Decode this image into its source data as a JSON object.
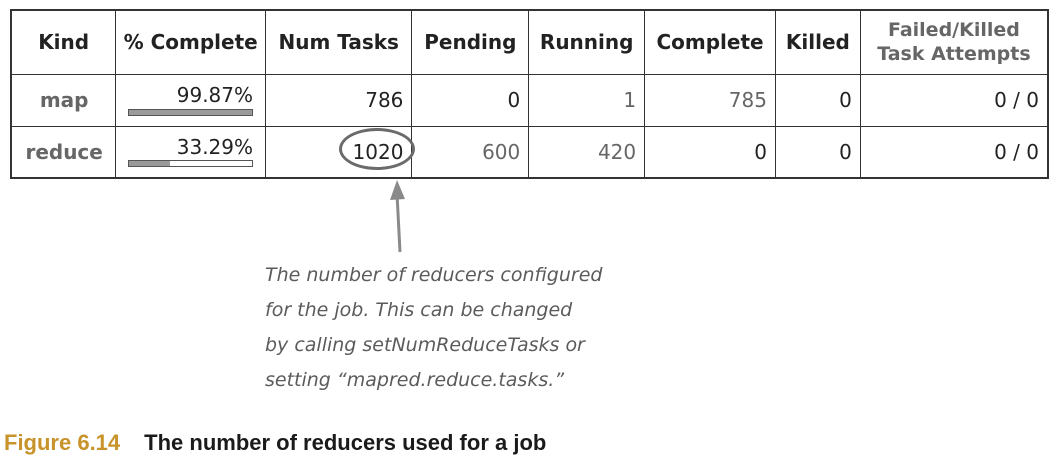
{
  "table": {
    "headers": [
      "Kind",
      "% Complete",
      "Num Tasks",
      "Pending",
      "Running",
      "Complete",
      "Killed"
    ],
    "failed_header": [
      "Failed/Killed",
      "Task Attempts"
    ],
    "rows": [
      {
        "kind": "map",
        "pct": "99.87%",
        "pct_value": 99.87,
        "num_tasks": "786",
        "pending": "0",
        "running": "1",
        "complete": "785",
        "killed": "0",
        "failed": "0 / 0"
      },
      {
        "kind": "reduce",
        "pct": "33.29%",
        "pct_value": 33.29,
        "num_tasks": "1020",
        "pending": "600",
        "running": "420",
        "complete": "0",
        "killed": "0",
        "failed": "0 / 0"
      }
    ]
  },
  "annotation": {
    "lines": [
      "The number of reducers configured",
      "for the job. This can be changed",
      "by calling setNumReduceTasks or",
      "setting “mapred.reduce.tasks.”"
    ]
  },
  "caption": {
    "figure": "Figure 6.14",
    "text": "The number of reducers used for a job"
  },
  "colors": {
    "caption_figure": "#c8932a",
    "bar_fill": "#9a9a9a"
  }
}
